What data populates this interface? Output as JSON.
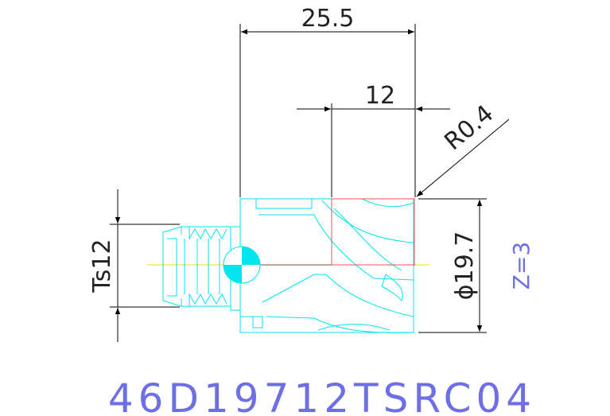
{
  "drawing": {
    "part_code": "46D19712TSRC04",
    "colors": {
      "outline": "#00e5ee",
      "dimension": "#000000",
      "highlight": "#ff4d4d",
      "centerline": "#e6e600",
      "label": "#6e6ee6"
    },
    "dimensions": {
      "overall_length": "25.5",
      "cutting_length": "12",
      "corner_radius": "R0.4",
      "diameter": "ϕ19.7",
      "thread": "Ts12",
      "flutes": "Z=3"
    }
  }
}
